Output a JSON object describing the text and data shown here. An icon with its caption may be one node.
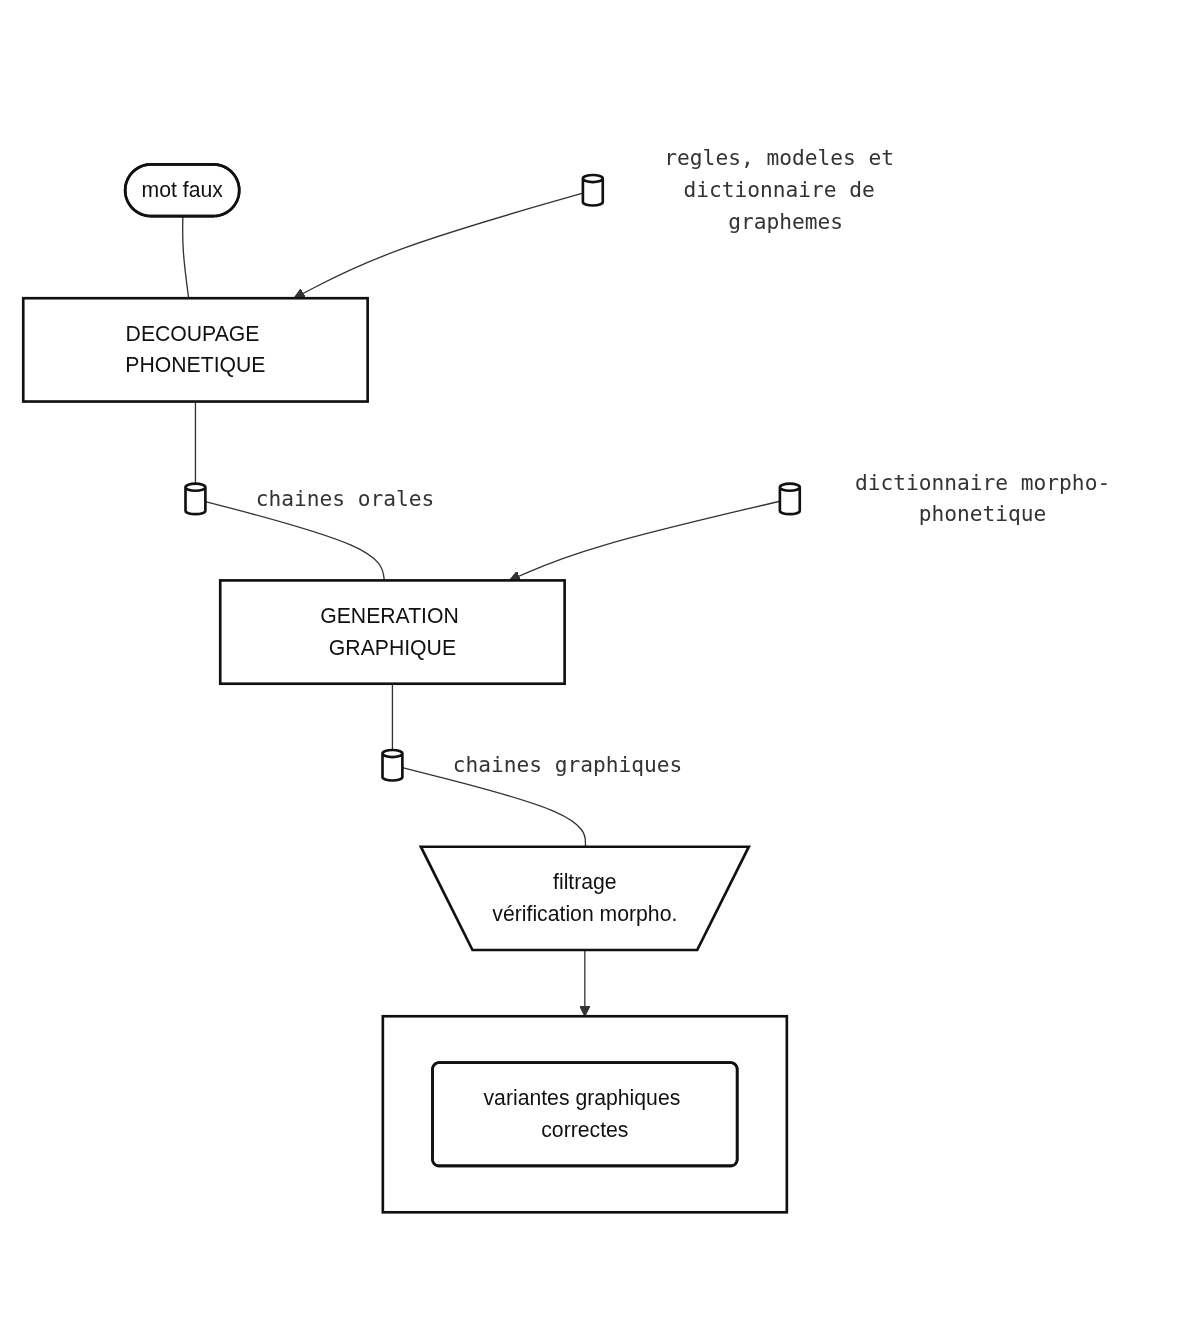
{
  "diagram": {
    "nodes": [
      {
        "text": [
          "mot faux"
        ]
      },
      {
        "text": [
          "DECOUPAGE PHONETIQUE"
        ]
      },
      {
        "text": [],
        "shape": "cylinder",
        "beside": [
          "regles, modeles et dictionnaire de graphemes"
        ]
      },
      {
        "text": [],
        "shape": "cylinder",
        "beside": [
          "chaines orales"
        ]
      },
      {
        "text": [
          "GENERATION GRAPHIQUE"
        ]
      },
      {
        "text": [],
        "shape": "cylinder",
        "beside": [
          "dictionnaire morpho-phonetique"
        ]
      },
      {
        "text": [],
        "shape": "cylinder",
        "beside": [
          "chaines graphiques"
        ]
      },
      {
        "text": [
          "filtrage",
          "vérification morpho."
        ]
      },
      {
        "text": [],
        "shape": "box"
      },
      {
        "text": [
          "variantes graphiques correctes"
        ],
        "in": 8
      }
    ],
    "edges": [
      {
        "from": 0,
        "to": 1,
        "arrow": "none"
      },
      {
        "from": 2,
        "to": 1,
        "arrow": "to"
      },
      {
        "from": 1,
        "to": 3,
        "arrow": "none"
      },
      {
        "from": 3,
        "to": 4,
        "arrow": "none"
      },
      {
        "from": 5,
        "to": 4,
        "arrow": "to"
      },
      {
        "from": 4,
        "to": 6,
        "arrow": "none"
      },
      {
        "from": 6,
        "to": 7,
        "arrow": "none"
      },
      {
        "from": 7,
        "to": 8,
        "arrow": "to"
      }
    ]
  }
}
